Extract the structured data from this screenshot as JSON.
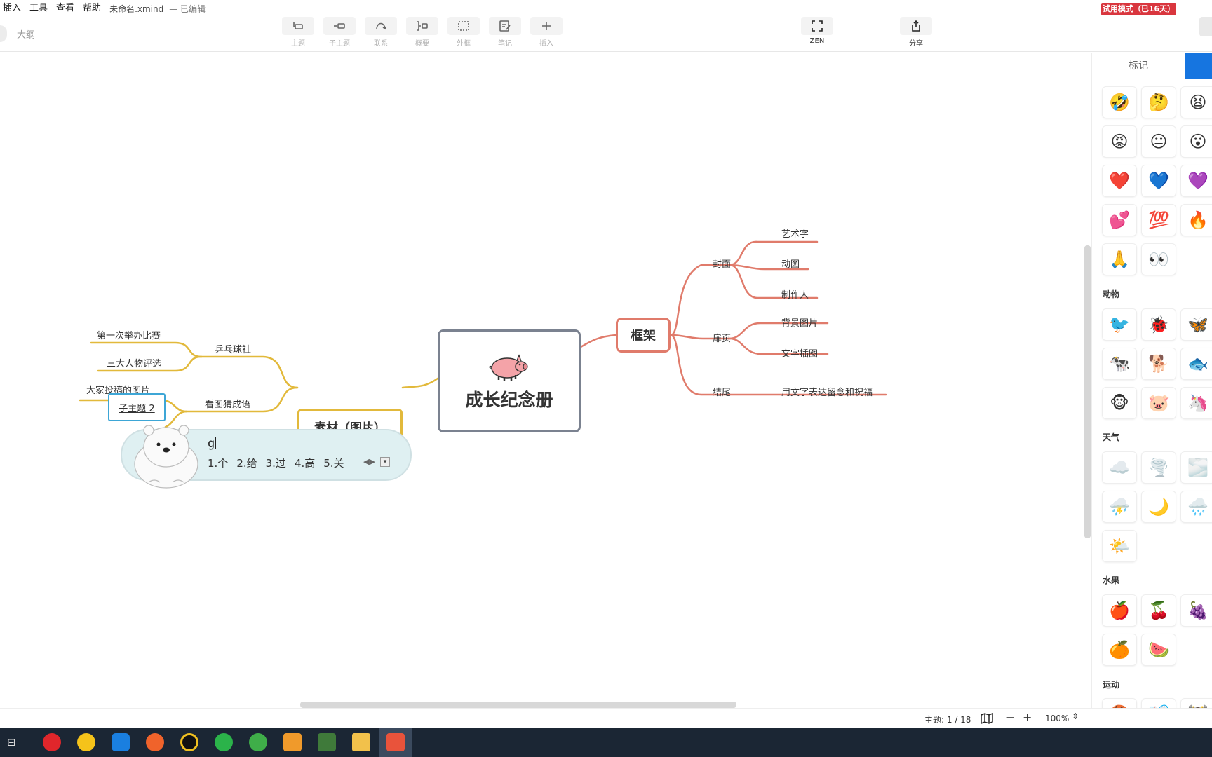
{
  "menubar": {
    "items": [
      "插入",
      "工具",
      "查看",
      "帮助"
    ],
    "file_name": "未命名.xmind",
    "edit_state": "— 已编辑",
    "trial_badge": "试用模式（已16天）"
  },
  "toolbar": {
    "outline_label": "大纲",
    "buttons": {
      "topic": "主题",
      "subtopic": "子主题",
      "relationship": "联系",
      "summary": "概要",
      "boundary": "外框",
      "note": "笔记",
      "insert": "插入",
      "zen": "ZEN",
      "share": "分享"
    }
  },
  "mindmap": {
    "central": "成长纪念册",
    "central_icon": "pig-icon",
    "right_branch": {
      "title": "框架",
      "color": "#e07b6b",
      "children": [
        {
          "label": "封面",
          "children": [
            "艺术字",
            "动图",
            "制作人"
          ]
        },
        {
          "label": "扉页",
          "children": [
            "背景图片",
            "文字插图"
          ]
        },
        {
          "label": "结尾",
          "children": [
            "用文字表达留念和祝福"
          ]
        }
      ]
    },
    "left_branch": {
      "title": "素材（图片）",
      "color": "#e2b93b",
      "children": [
        {
          "label": "乒乓球社",
          "children": [
            "第一次举办比赛",
            "三大人物评选"
          ]
        },
        {
          "label": "看图猜成语",
          "children": [
            "大家投稿的图片",
            "子主题 2"
          ]
        }
      ]
    }
  },
  "ime": {
    "typed": "g",
    "candidates": [
      "1.个",
      "2.给",
      "3.过",
      "4.高",
      "5.关"
    ]
  },
  "status": {
    "topic_count": "主题: 1 / 18",
    "zoom_out": "−",
    "zoom_in": "+",
    "zoom_level": "100%"
  },
  "panel": {
    "tab_label": "标记",
    "sections": {
      "animals": "动物",
      "weather": "天气",
      "fruits": "水果",
      "sports": "运动"
    },
    "emoji_rows": [
      [
        "🤣",
        "🤔",
        "😫"
      ],
      [
        "😡",
        "😐",
        "😮"
      ],
      [
        "❤️",
        "💙",
        "💜"
      ],
      [
        "💕",
        "💯",
        "🔥"
      ],
      [
        "🙏",
        "👀"
      ]
    ],
    "animal_rows": [
      [
        "🐦",
        "🐞",
        "🦋"
      ],
      [
        "🐄",
        "🐕",
        "🐟"
      ],
      [
        "🐵",
        "🐷",
        "🦄"
      ]
    ],
    "weather_rows": [
      [
        "☁️",
        "🌪️",
        "🌫️"
      ],
      [
        "⛈️",
        "🌙",
        "🌧️"
      ],
      [
        "🌤️"
      ]
    ],
    "fruit_rows": [
      [
        "🍎",
        "🍒",
        "🍇"
      ],
      [
        "🍊",
        "🍉"
      ]
    ],
    "sport_rows": [
      [
        "🏀",
        "🏸",
        "🏋️"
      ]
    ]
  }
}
